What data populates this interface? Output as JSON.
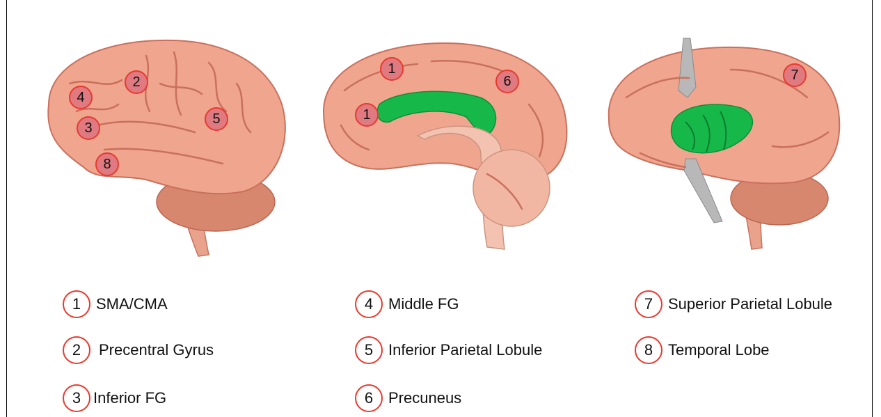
{
  "markers": [
    {
      "view": "lateral",
      "num": "2"
    },
    {
      "view": "lateral",
      "num": "4"
    },
    {
      "view": "lateral",
      "num": "3"
    },
    {
      "view": "lateral",
      "num": "5"
    },
    {
      "view": "lateral",
      "num": "8"
    },
    {
      "view": "medial",
      "num": "1"
    },
    {
      "view": "medial",
      "num": "6"
    },
    {
      "view": "medial",
      "num": "1"
    },
    {
      "view": "posterior",
      "num": "7"
    }
  ],
  "legend": [
    {
      "num": "1",
      "label": "SMA/CMA"
    },
    {
      "num": "2",
      "label": "Precentral Gyrus"
    },
    {
      "num": "3",
      "label": "Inferior FG"
    },
    {
      "num": "4",
      "label": "Middle FG"
    },
    {
      "num": "5",
      "label": "Inferior Parietal Lobule"
    },
    {
      "num": "6",
      "label": "Precuneus"
    },
    {
      "num": "7",
      "label": "Superior Parietal Lobule"
    },
    {
      "num": "8",
      "label": "Temporal Lobe"
    }
  ],
  "colors": {
    "brain": "#f0a58e",
    "brain_dark": "#c9705d",
    "highlight_green": "#17b84a",
    "marker_fill": "#e07a80",
    "marker_stroke": "#e63a2f"
  }
}
